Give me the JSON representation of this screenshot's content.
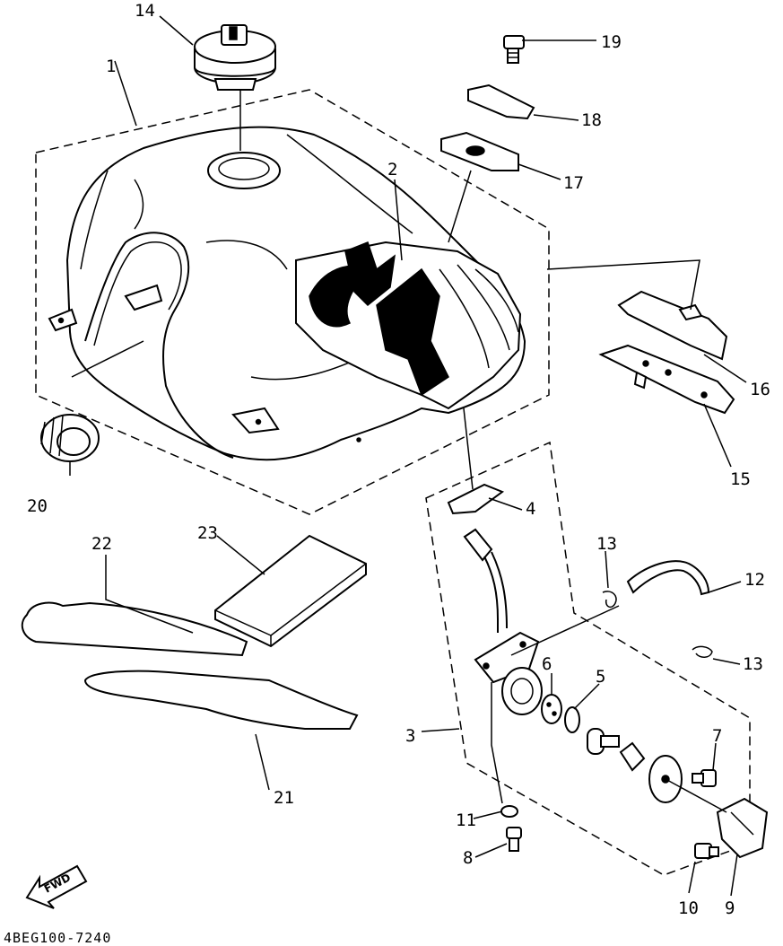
{
  "diagram": {
    "part_code": "4BEG100-7240",
    "fwd_label": "FWD",
    "callouts": [
      "14",
      "19",
      "1",
      "18",
      "17",
      "2",
      "16",
      "15",
      "20",
      "4",
      "23",
      "22",
      "13",
      "12",
      "13",
      "6",
      "5",
      "3",
      "7",
      "21",
      "11",
      "8",
      "10",
      "9"
    ]
  }
}
